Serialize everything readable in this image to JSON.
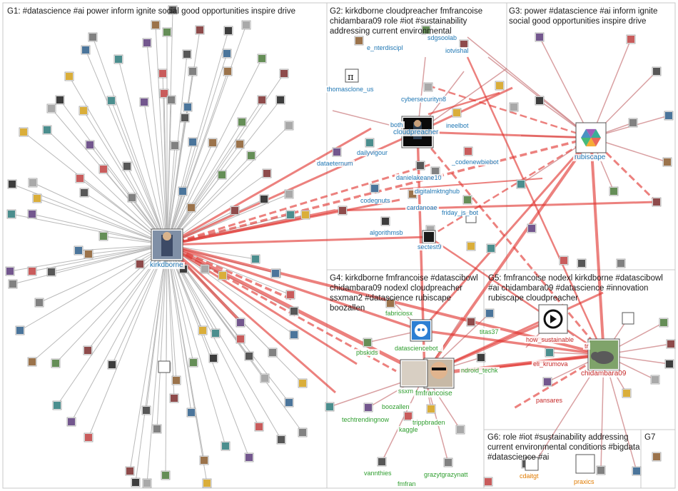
{
  "groups": [
    {
      "id": "G1",
      "label": "G1: #datascience #ai power inform ignite social good opportunities inspire drive"
    },
    {
      "id": "G2",
      "label": "G2: kirkdborne cloudpreacher fmfrancoise chidambara09 role #iot #sustainability addressing current environmental"
    },
    {
      "id": "G3",
      "label": "G3: power #datascience #ai inform ignite social good opportunities inspire drive"
    },
    {
      "id": "G4",
      "label": "G4: kirkdborne fmfrancoise #datascibowl chidambara09 nodexl cloudpreacher ssxman2 #datascience rubiscape boozallen"
    },
    {
      "id": "G5",
      "label": "G5: fmfrancoise nodexl kirkdborne #datascibowl #ai chidambara09 #datascience #innovation rubiscape cloudpreacher"
    },
    {
      "id": "G6",
      "label": "G6: role #iot #sustainability addressing current environmental conditions #bigdata #datascience #ai"
    },
    {
      "id": "G7",
      "label": "G7"
    }
  ],
  "labels": {
    "kirkdborne": "kirkdborne",
    "e_nterdiscipl": "e_nterdiscipl",
    "sdgsoolab": "sdgsoolab",
    "iotvishal": "iotvishal",
    "thomasclone_us": "thomasclone_us",
    "cybersecurityn8": "cybersecurityn8",
    "both": "both",
    "cloudpreacher": "cloudpreacher",
    "ineelbot": "ineelbot",
    "dailyvigour": "dailyvigour",
    "dataeternum": "dataeternum",
    "codenewbiebot": "_codenewbiebot",
    "danielakeane10": "danielakeane10",
    "digitalmktnghub": "digitalmktnghub",
    "codegnuts": "codegnuts",
    "cardanoae": "cardanoae",
    "friday_js_bot": "friday_js_bot",
    "algorithmsb": "algorithmsb",
    "sectest9": "sectest9",
    "rubiscape": "rubiscape",
    "fabriciosx": "fabriciosx",
    "titas37": "titas37",
    "datasciencebot_": "datasciencebot_",
    "pbskids": "pbskids",
    "ndroid_techk": "ndroid_techk",
    "ssxm": "ssxm",
    "fmfrancoise": "fmfrancoise",
    "boozallen": "boozallen",
    "techtrendingnow": "techtrendingnow",
    "kaggle": "kaggle",
    "trippbraden": "trippbraden",
    "vannthies": "vannthies",
    "grazytgrazynatt": "grazytgrazynatt",
    "fmfran": "fmfran",
    "how_sustainable": "how_sustainable",
    "tr": "tr",
    "eli_krumova": "eli_krumova",
    "chidambara09": "chidambara09",
    "pansares": "pansares",
    "cdaitgt": "cdaitgt",
    "praxics": "praxics"
  },
  "colors": {
    "heavy_edge": "#e0332f",
    "light_edge": "#b9b9b9",
    "mid_edge": "#c9787a",
    "group_border": "#c8c8c8",
    "label_blue": "#1f77b4",
    "label_green": "#2f9e2f",
    "label_red": "#c62828",
    "label_orange": "#e07b00"
  }
}
